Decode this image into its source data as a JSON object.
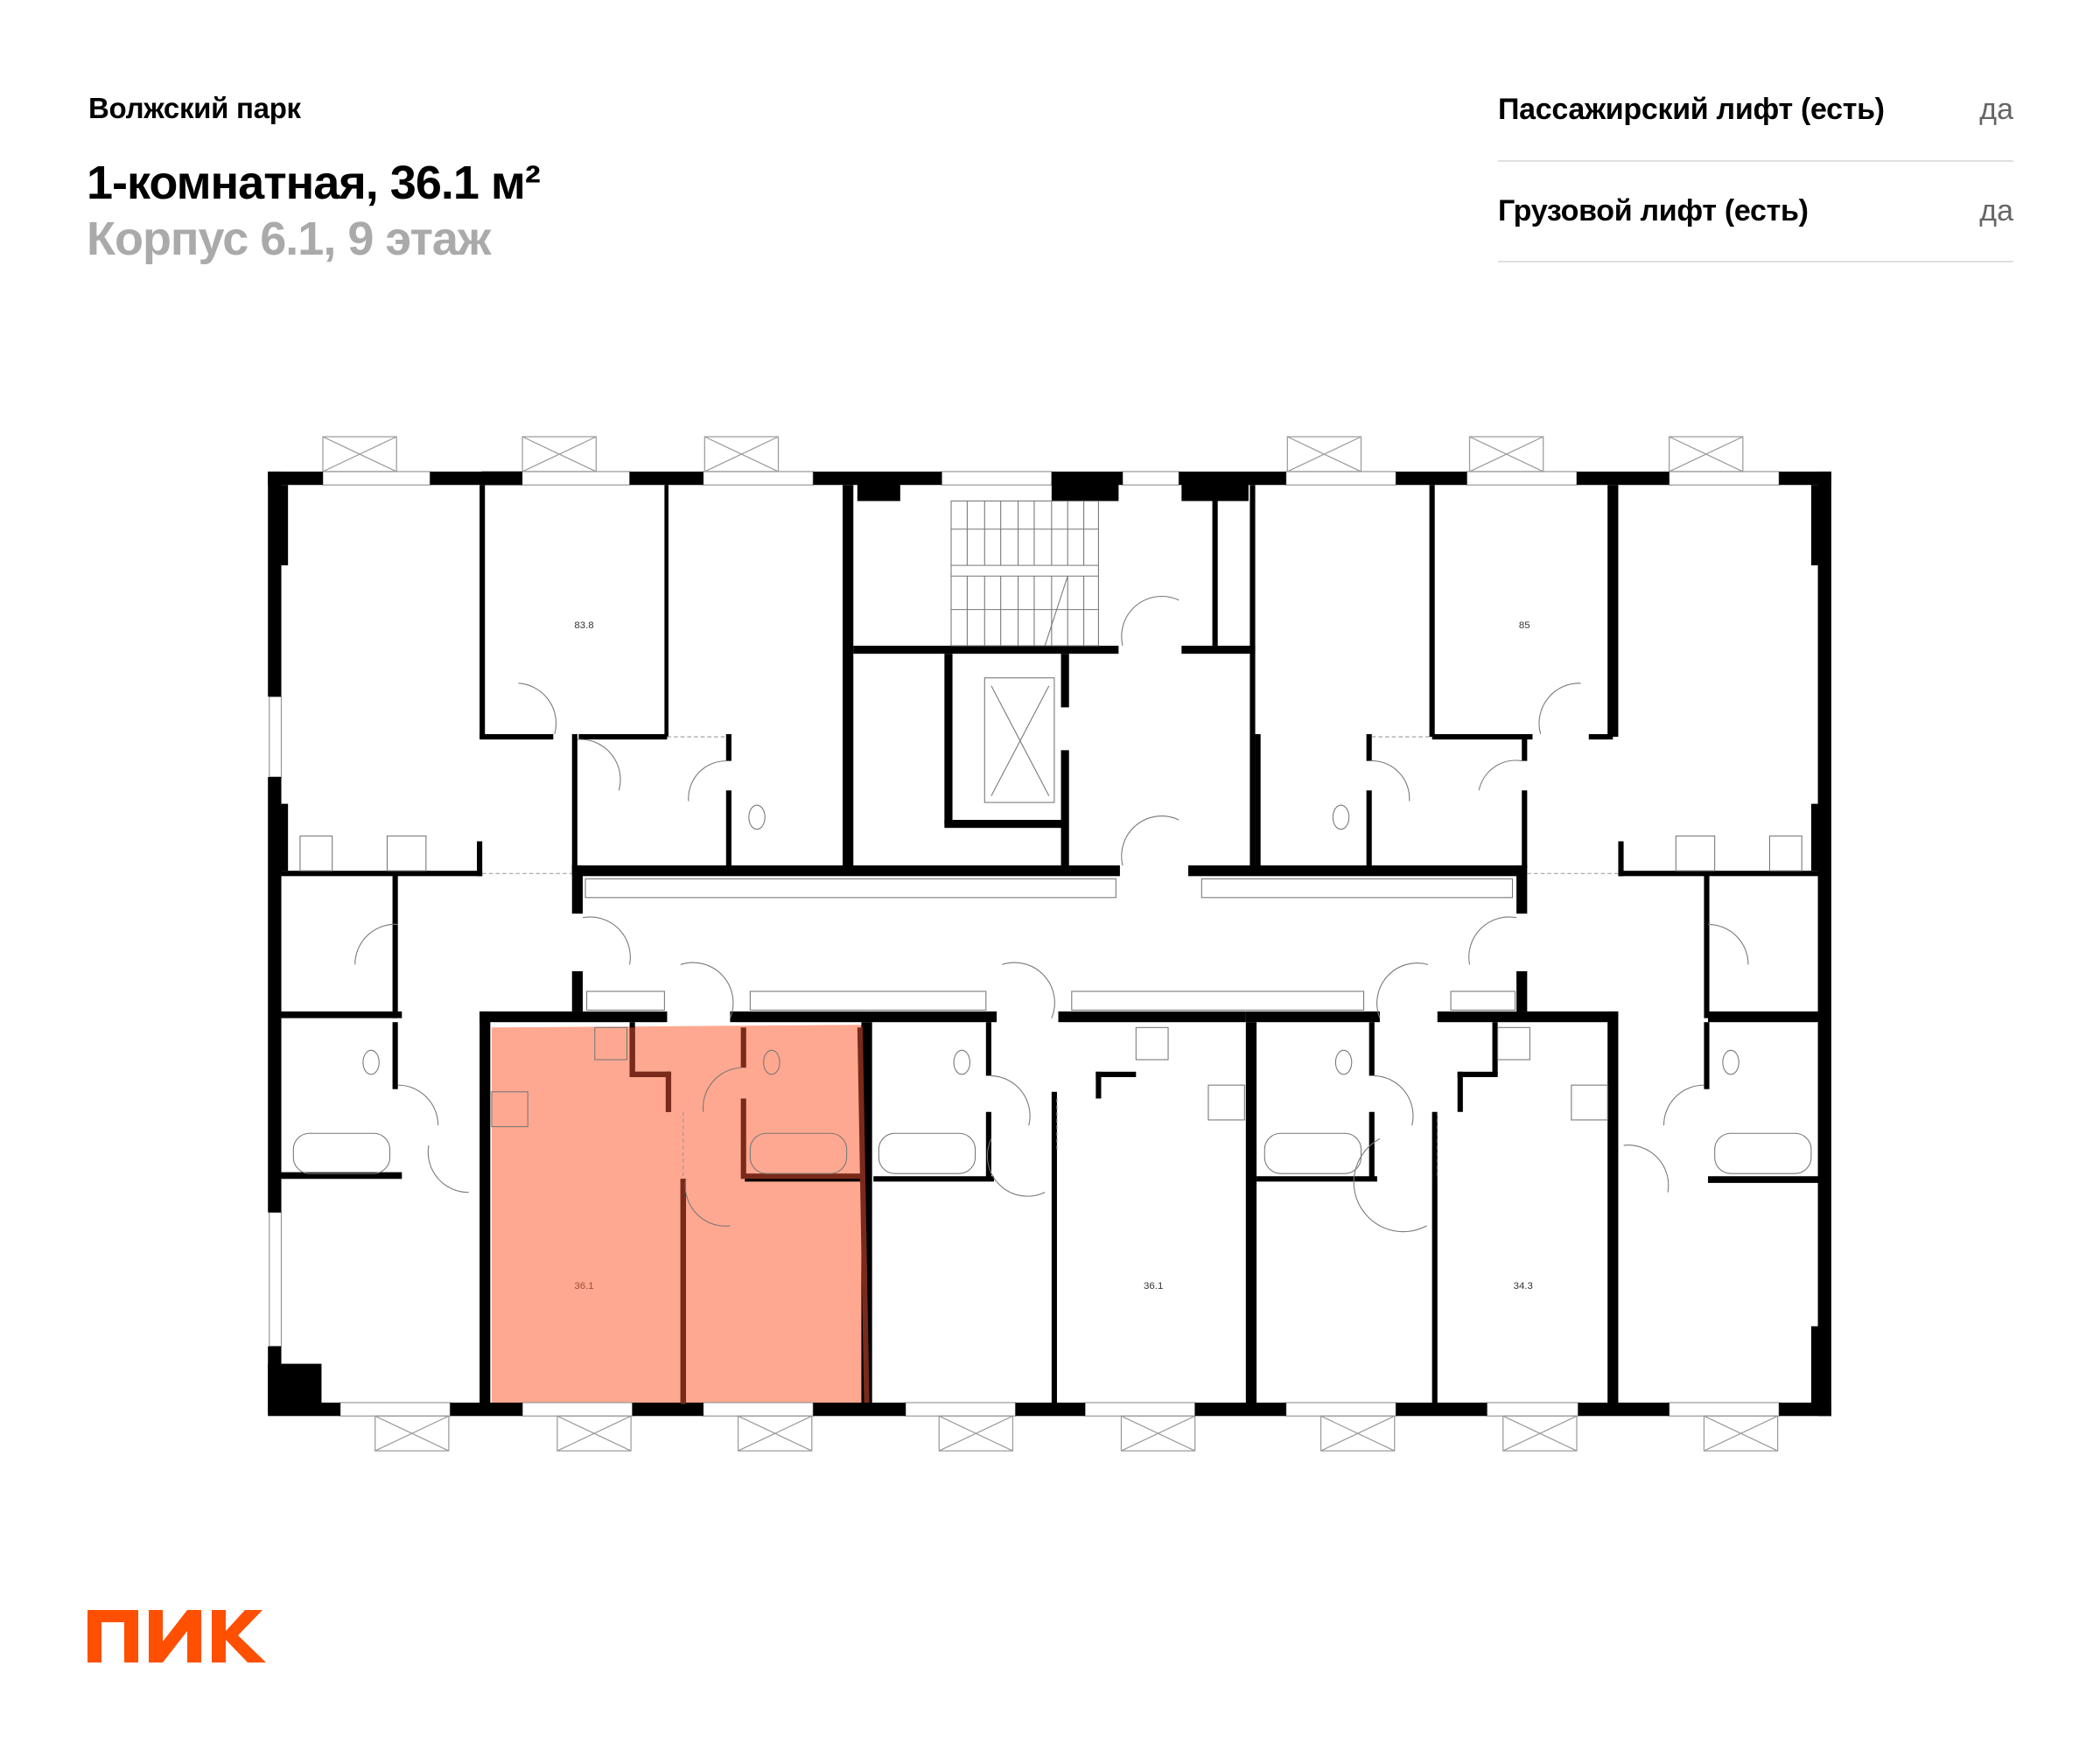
{
  "header": {
    "project_name": "Волжский парк",
    "apartment_title": "1-комнатная, 36.1 м²",
    "building_floor": "Корпус 6.1, 9 этаж"
  },
  "features": [
    {
      "label": "Пассажирский лифт (есть)",
      "value": "да"
    },
    {
      "label": "Грузовой лифт (есть)",
      "value": "да"
    }
  ],
  "floor_plan": {
    "highlight_color": "#FFA891",
    "highlight_wall_color": "#7A2A1A",
    "selected_apartment": {
      "area_label": "36.1"
    },
    "area_labels": [
      {
        "id": "apt-top-left",
        "text": "83.8"
      },
      {
        "id": "apt-top-right",
        "text": "85"
      },
      {
        "id": "apt-selected",
        "text": "36.1"
      },
      {
        "id": "apt-bottom-center",
        "text": "36.1"
      },
      {
        "id": "apt-bottom-right",
        "text": "34.3"
      }
    ]
  },
  "brand": {
    "logo_text": "ПИК",
    "logo_color": "#FF4F00"
  }
}
